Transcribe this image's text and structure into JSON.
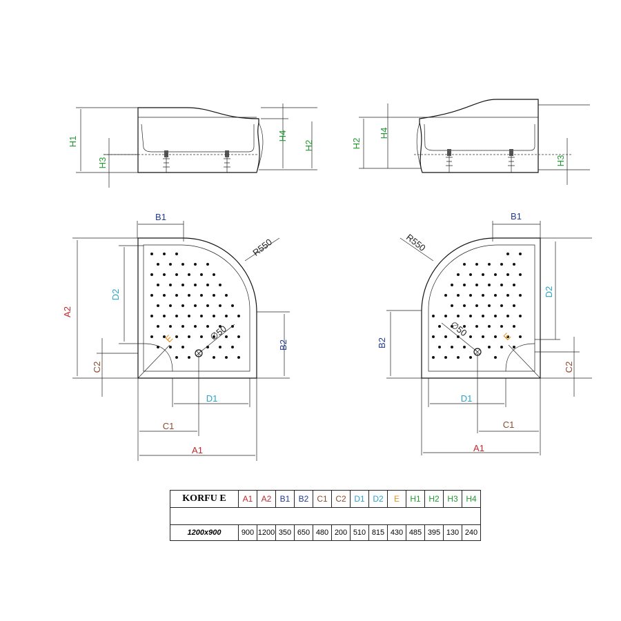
{
  "colors": {
    "A": "#c0272d",
    "B": "#1f3a93",
    "C": "#8b4a2b",
    "D": "#29a3c9",
    "E": "#e8901c",
    "H": "#1f9a2f"
  },
  "labels": {
    "A1": "A1",
    "A2": "A2",
    "B1": "B1",
    "B2": "B2",
    "C1": "C1",
    "C2": "C2",
    "D1": "D1",
    "D2": "D2",
    "E": "E",
    "H1": "H1",
    "H2": "H2",
    "H3": "H3",
    "H4": "H4",
    "radius": "R550",
    "drain": "∅50"
  },
  "table": {
    "model": "KORFU E",
    "columns": [
      {
        "label": "A1",
        "color": "#c0272d"
      },
      {
        "label": "A2",
        "color": "#c0272d"
      },
      {
        "label": "B1",
        "color": "#1f3a93"
      },
      {
        "label": "B2",
        "color": "#1f3a93"
      },
      {
        "label": "C1",
        "color": "#8b4a2b"
      },
      {
        "label": "C2",
        "color": "#8b4a2b"
      },
      {
        "label": "D1",
        "color": "#29a3c9"
      },
      {
        "label": "D2",
        "color": "#29a3c9"
      },
      {
        "label": "E",
        "color": "#e8901c"
      },
      {
        "label": "H1",
        "color": "#1f9a2f"
      },
      {
        "label": "H2",
        "color": "#1f9a2f"
      },
      {
        "label": "H3",
        "color": "#1f9a2f"
      },
      {
        "label": "H4",
        "color": "#1f9a2f"
      }
    ],
    "size": "1200x900",
    "values": [
      "900",
      "1200",
      "350",
      "650",
      "480",
      "200",
      "510",
      "815",
      "430",
      "485",
      "395",
      "130",
      "240"
    ]
  }
}
